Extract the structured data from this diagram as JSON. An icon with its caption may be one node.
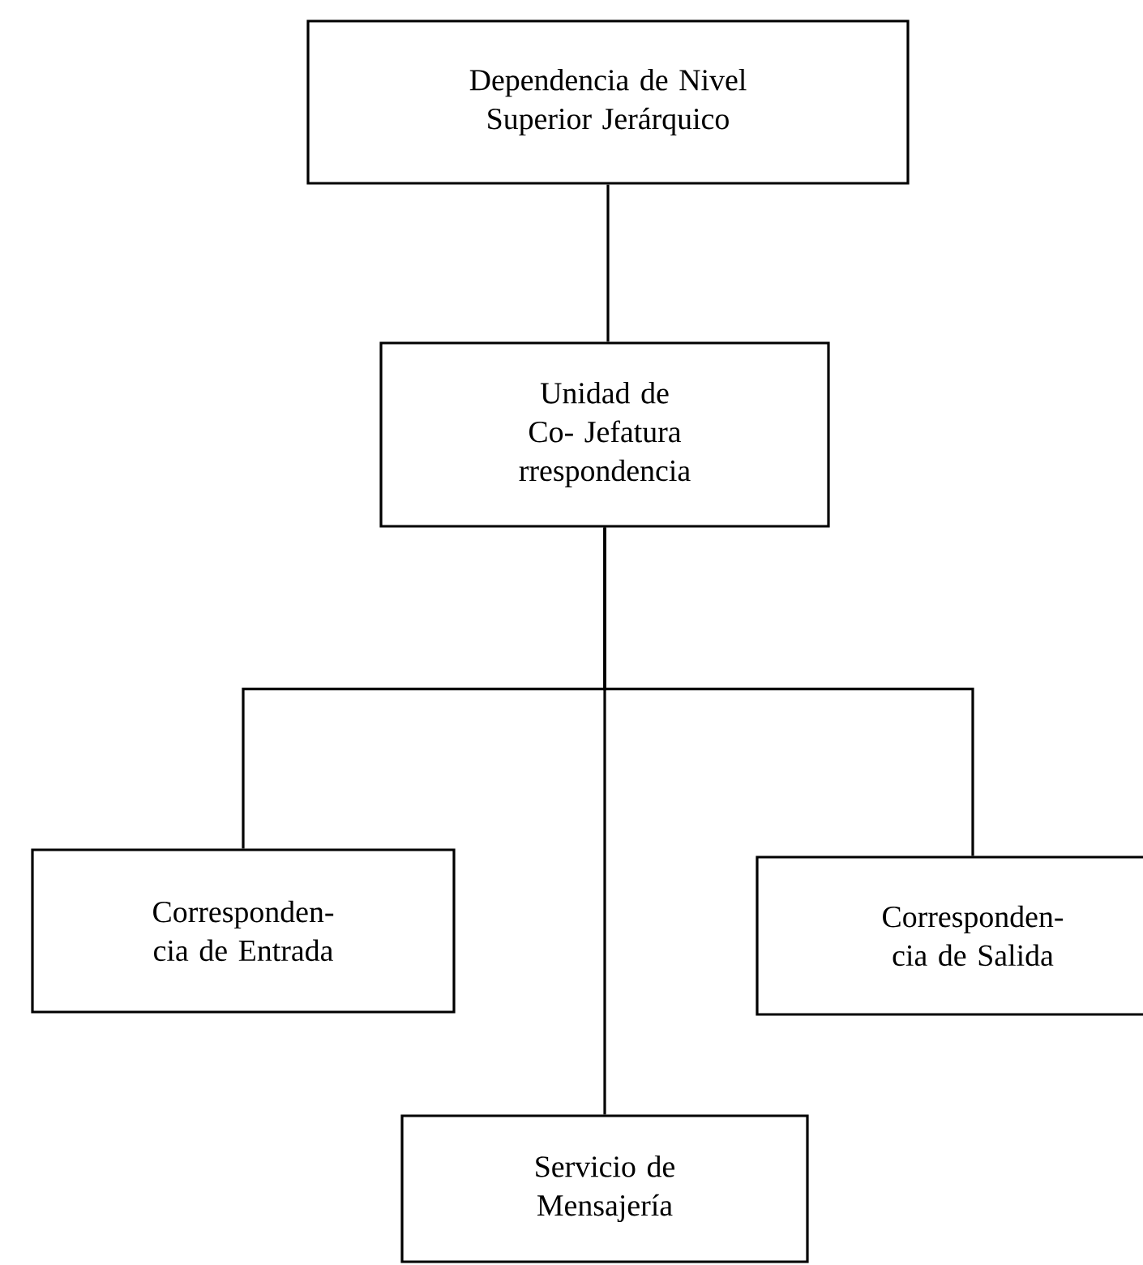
{
  "diagram": {
    "nodes": [
      {
        "text": [
          "Dependencia de Nivel Superior Jerárquico"
        ]
      },
      {
        "text": [
          "Unidad de Co- Jefatura rrespondencia"
        ]
      },
      {
        "text": [
          "Corresponden- cia de Entrada"
        ]
      },
      {
        "text": [
          "Corresponden- cia de Salida"
        ]
      },
      {
        "text": [
          "Servicio de Mensajería"
        ]
      }
    ],
    "edges": [
      {
        "from": 0,
        "to": 1,
        "arrow": "none"
      },
      {
        "from": 1,
        "to": 2,
        "arrow": "none"
      },
      {
        "from": 1,
        "to": 3,
        "arrow": "none"
      },
      {
        "from": 1,
        "to": 4,
        "arrow": "none"
      }
    ]
  }
}
